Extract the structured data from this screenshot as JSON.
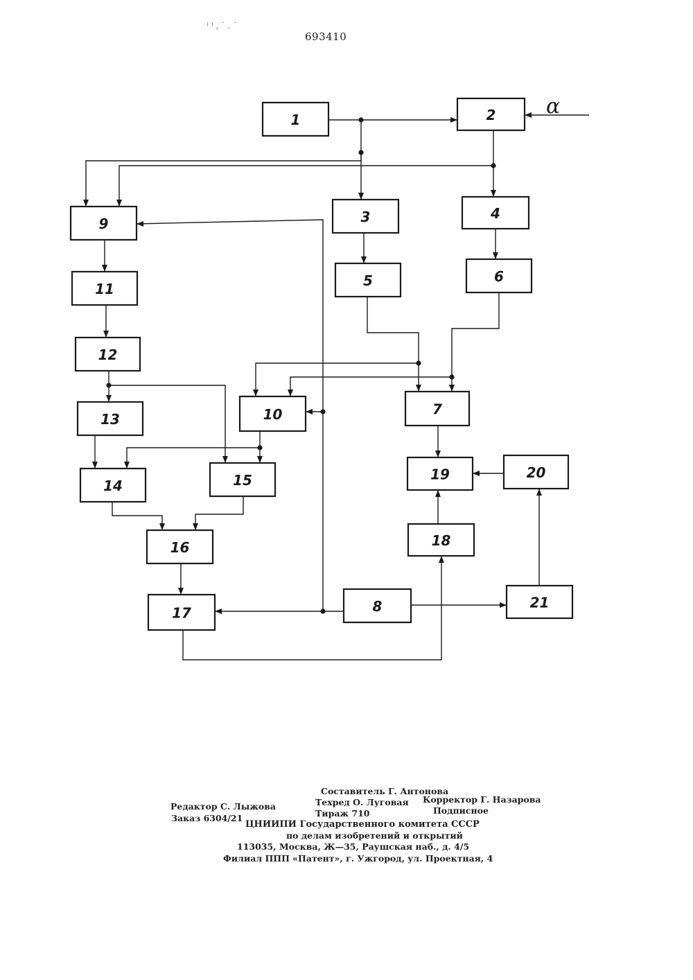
{
  "header": {
    "patent_number": "693410",
    "speck_marks": "⁾ ⁾ ˌ ˙ . ˙"
  },
  "diagram": {
    "input_label": "α",
    "blocks": {
      "b1": "1",
      "b2": "2",
      "b3": "3",
      "b4": "4",
      "b5": "5",
      "b6": "6",
      "b7": "7",
      "b8": "8",
      "b9": "9",
      "b10": "10",
      "b11": "11",
      "b12": "12",
      "b13": "13",
      "b14": "14",
      "b15": "15",
      "b16": "16",
      "b17": "17",
      "b18": "18",
      "b19": "19",
      "b20": "20",
      "b21": "21"
    }
  },
  "imprint": {
    "compiler": "Составитель Г. Антонова",
    "editor": "Редактор С. Лыжова",
    "techred": "Техред О. Луговая",
    "corrector": "Корректор Г. Назарова",
    "order": "Заказ 6304/21",
    "circulation": "Тираж 710",
    "subscription": "Подписное",
    "org_line1": "ЦНИИПИ Государственного комитета СССР",
    "org_line2": "по делам изобретений и открытий",
    "address": "113035, Москва, Ж—35, Раушская наб., д. 4/5",
    "branch": "Филиал ППП «Патент», г. Ужгород, ул. Проектная, 4"
  }
}
